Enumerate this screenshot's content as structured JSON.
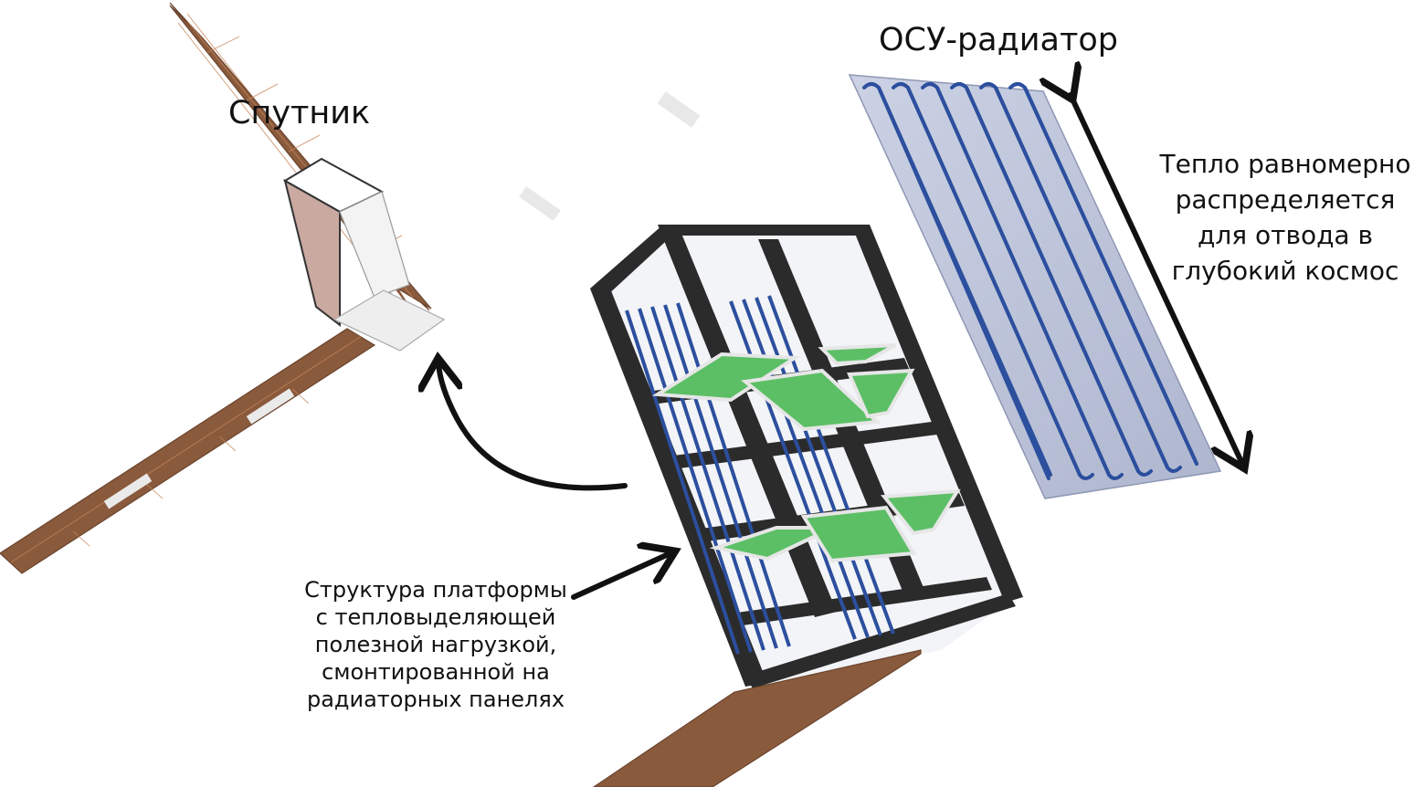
{
  "labels": {
    "satellite": "Спутник",
    "radiator": "ОСУ-радиатор",
    "heat_lines": [
      "Тепло равномерно",
      "распределяется",
      "для отвода в",
      "глубокий космос"
    ],
    "structure_lines": [
      "Структура платформы",
      "с тепловыделяющей",
      "полезной нагрузкой,",
      "смонтированной на",
      "радиаторных панелях"
    ]
  },
  "colors": {
    "solar_panel": "#8a5a3c",
    "solar_cell_line": "#c9865a",
    "frame": "#2b2b2b",
    "heat_pipe": "#2c4f9e",
    "radiator_plate": "#b9c0d6",
    "payload_card": "#5cbf66",
    "arrow": "#111111"
  }
}
